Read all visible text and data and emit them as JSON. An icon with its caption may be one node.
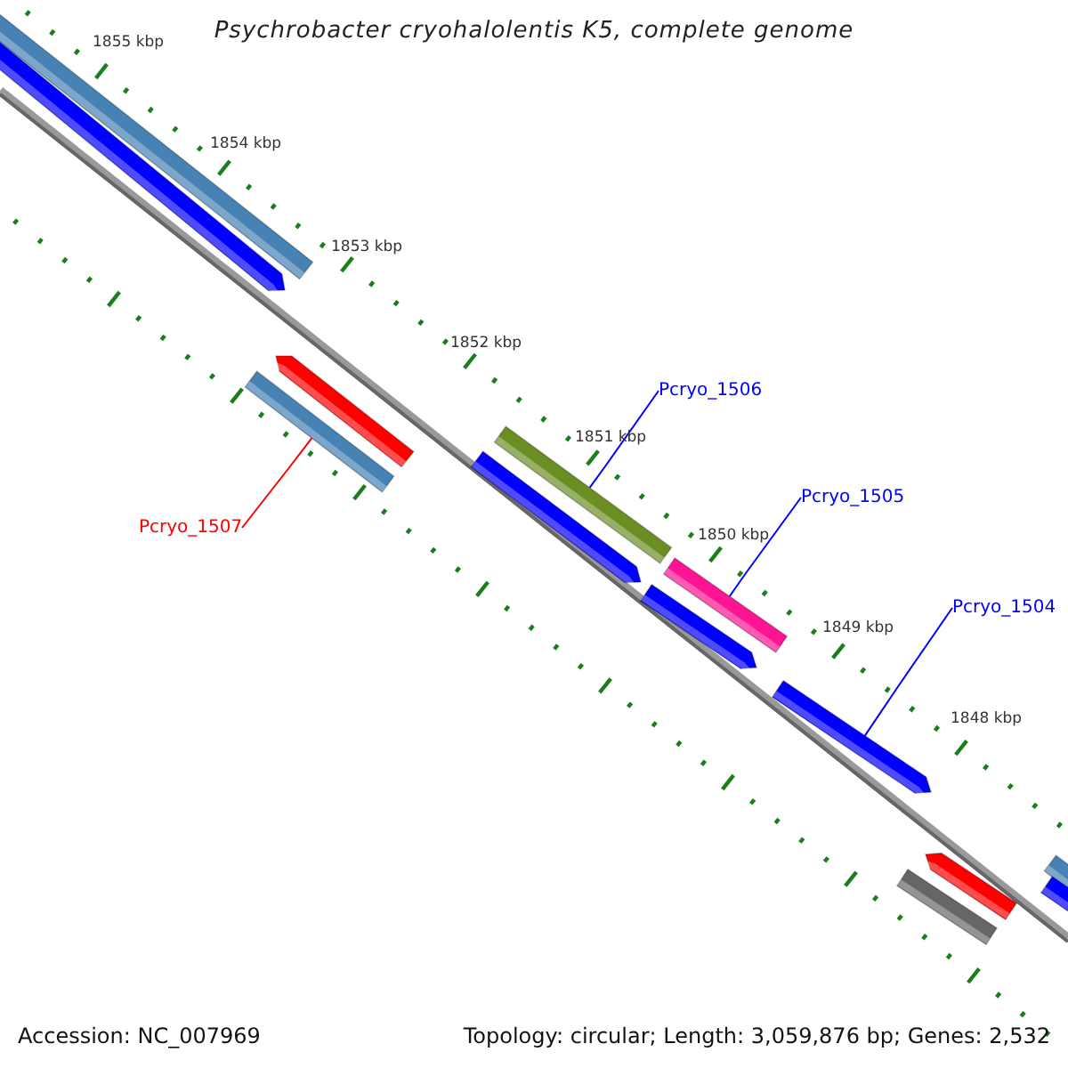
{
  "diagram": {
    "title": "Psychrobacter cryohalolentis K5, complete genome",
    "nodes": [
      {
        "text": [
          "Pcryo_1506"
        ]
      },
      {
        "text": [],
        "shape": "bar"
      },
      {
        "text": [
          "Pcryo_1505"
        ]
      },
      {
        "text": [],
        "shape": "bar"
      },
      {
        "text": [
          "Pcryo_1507"
        ]
      },
      {
        "text": [],
        "shape": "bar"
      },
      {
        "text": [
          "Pcryo_1504"
        ]
      },
      {
        "text": [],
        "shape": "bar"
      }
    ],
    "edges": [
      {
        "from": 0,
        "to": 1,
        "arrow": "none"
      },
      {
        "from": 2,
        "to": 3,
        "arrow": "none"
      },
      {
        "from": 4,
        "to": 5,
        "arrow": "none",
        "color": "#ff0000"
      },
      {
        "from": 6,
        "to": 7,
        "arrow": "none"
      }
    ],
    "labels": [
      "1855 kbp",
      "1854 kbp",
      "1853 kbp",
      "1852 kbp",
      "1851 kbp",
      "1850 kbp",
      "1849 kbp",
      "1848 kbp",
      "Accession: NC_007969",
      "Topology: circular; Length: 3,059,876 bp; Genes: 2,532"
    ]
  }
}
